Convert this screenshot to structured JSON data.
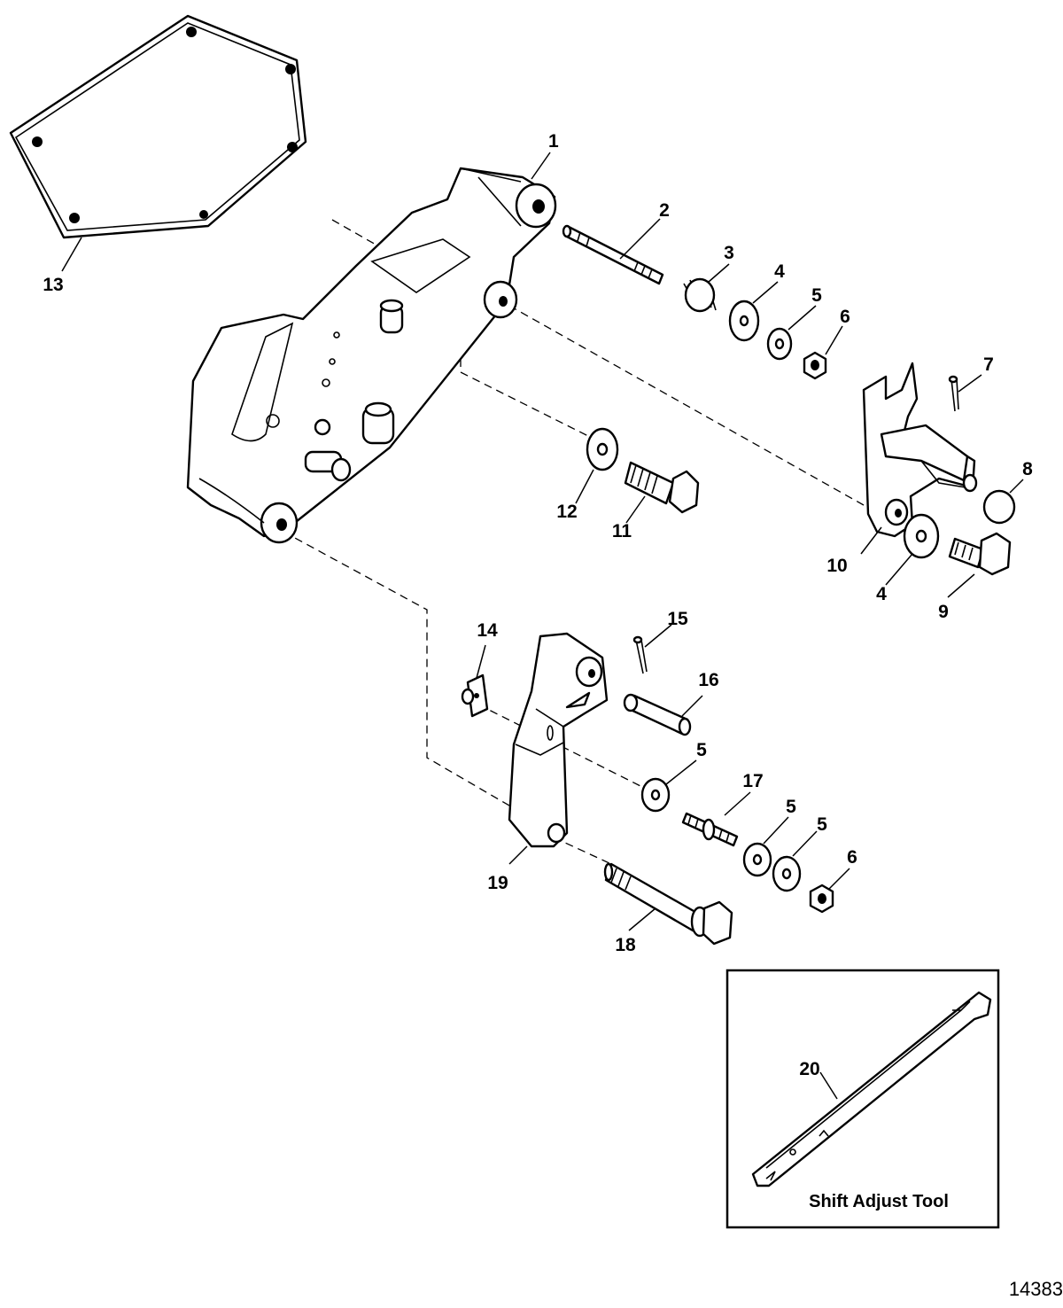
{
  "callouts": {
    "c1": "1",
    "c2": "2",
    "c3": "3",
    "c4a": "4",
    "c5a": "5",
    "c6a": "6",
    "c7": "7",
    "c8": "8",
    "c9": "9",
    "c10": "10",
    "c4b": "4",
    "c11": "11",
    "c12": "12",
    "c13": "13",
    "c14": "14",
    "c15": "15",
    "c16": "16",
    "c5b": "5",
    "c17": "17",
    "c5c": "5",
    "c5d": "5",
    "c6b": "6",
    "c18": "18",
    "c19": "19",
    "c20": "20"
  },
  "inset": {
    "caption": "Shift Adjust Tool"
  },
  "figure_number": "14383"
}
